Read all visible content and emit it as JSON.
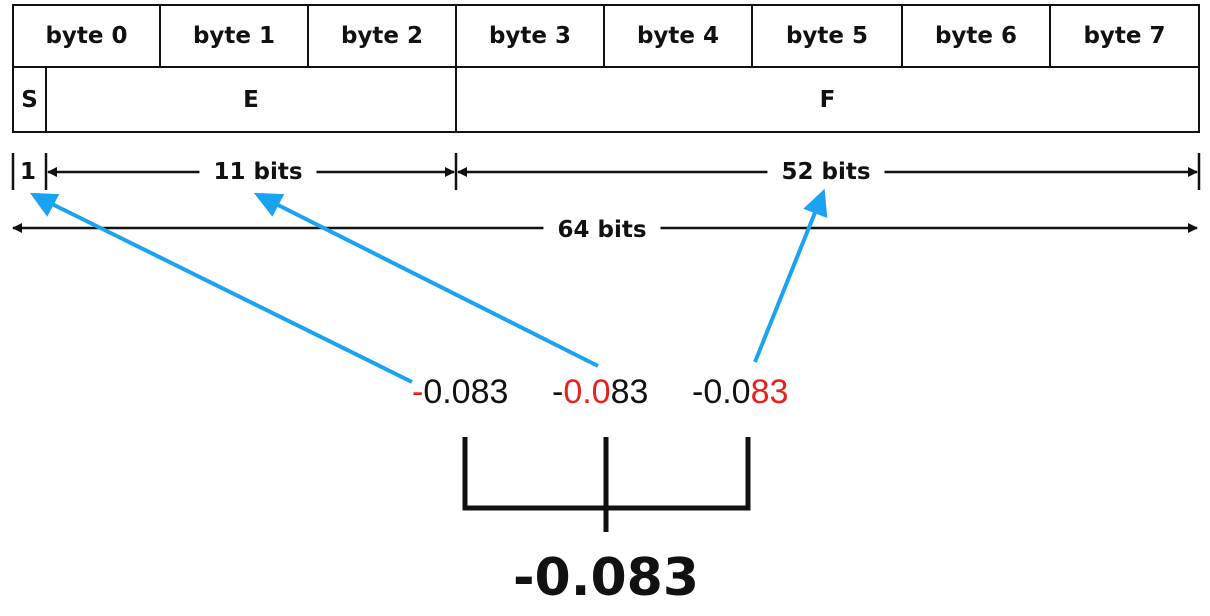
{
  "layout_table": {
    "bytes": [
      "byte 0",
      "byte 1",
      "byte 2",
      "byte 3",
      "byte 4",
      "byte 5",
      "byte 6",
      "byte 7"
    ],
    "fields": {
      "sign": "S",
      "exponent": "E",
      "fraction": "F"
    }
  },
  "bit_widths": {
    "sign": "1",
    "exponent": "11 bits",
    "fraction": "52 bits",
    "total": "64 bits"
  },
  "examples": [
    {
      "red": "-",
      "rest": "0.083"
    },
    {
      "pre": "-",
      "red": "0.0",
      "rest": "83"
    },
    {
      "pre": "-0.0",
      "red": "83"
    }
  ],
  "result": "-0.083",
  "colors": {
    "arrow": "#1aa3f0",
    "highlight": "#e8211a",
    "ink": "#111111"
  }
}
